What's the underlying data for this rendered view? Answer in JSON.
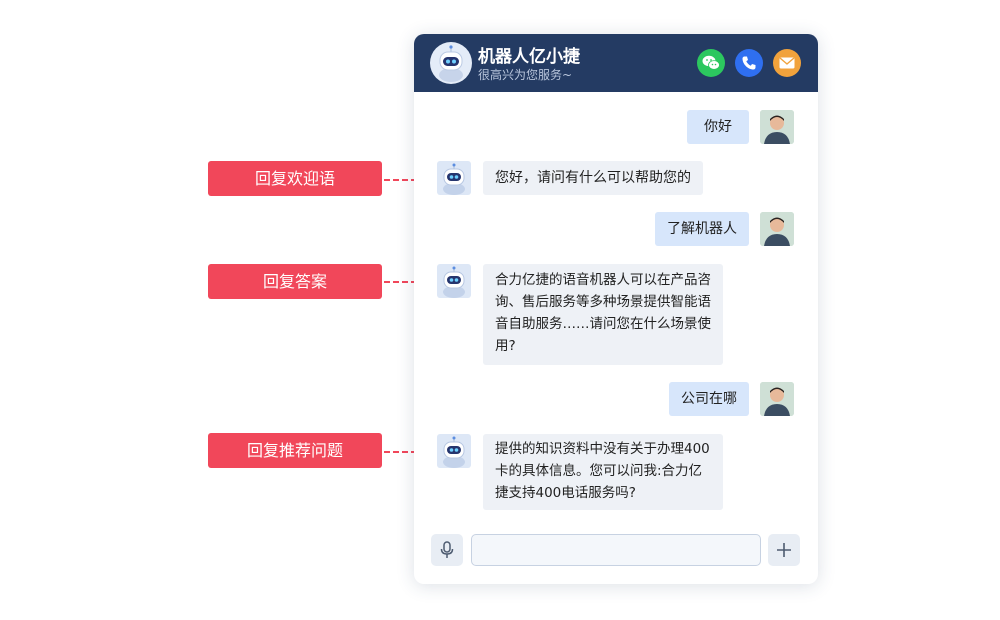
{
  "header": {
    "title": "机器人亿小捷",
    "subtitle": "很高兴为您服务~"
  },
  "messages": [
    {
      "role": "user",
      "text": "你好"
    },
    {
      "role": "bot",
      "text": "您好，请问有什么可以帮助您的"
    },
    {
      "role": "user",
      "text": "了解机器人"
    },
    {
      "role": "bot",
      "text": "合力亿捷的语音机器人可以在产品咨询、售后服务等多种场景提供智能语音自助服务……请问您在什么场景使用?"
    },
    {
      "role": "user",
      "text": "公司在哪"
    },
    {
      "role": "bot",
      "text": "提供的知识资料中没有关于办理400卡的具体信息。您可以问我:合力亿捷支持400电话服务吗?"
    }
  ],
  "input": {
    "value": ""
  },
  "annotations": [
    "回复欢迎语",
    "回复答案",
    "回复推荐问题"
  ],
  "colors": {
    "header_bg": "#243b63",
    "annotation": "#f1475a",
    "user_bubble": "#d7e6fb",
    "bot_bubble": "#eef1f6",
    "wechat": "#2cc75f",
    "phone": "#2f6ff0",
    "mail": "#f1a23c"
  },
  "icons": [
    "robot-avatar-icon",
    "wechat-icon",
    "phone-icon",
    "mail-icon",
    "microphone-icon",
    "plus-icon",
    "user-avatar-icon"
  ]
}
